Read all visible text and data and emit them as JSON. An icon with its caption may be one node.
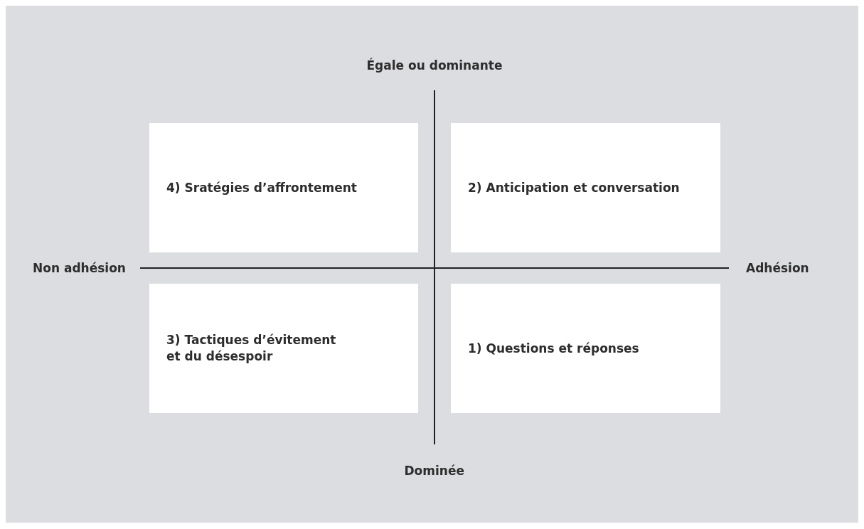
{
  "diagram": {
    "nodes": [
      {
        "text": [
          "4) Sratégies d’affrontement"
        ]
      },
      {
        "text": [
          "2) Anticipation et conversation"
        ]
      },
      {
        "text": [
          "3) Tactiques d’évitement et du désespoir"
        ]
      },
      {
        "text": [
          "1) Questions et réponses"
        ]
      }
    ],
    "labels": [
      "Égale ou dominante",
      "Non adhésion",
      "Adhésion",
      "Dominée"
    ]
  }
}
